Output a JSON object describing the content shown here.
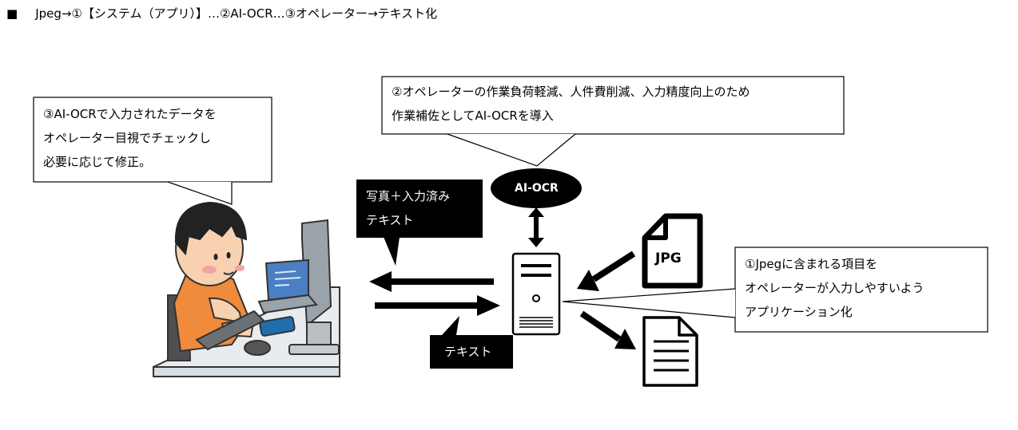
{
  "header": {
    "bullet": "■",
    "title": "Jpeg→①【システム（アプリ）】…②AI-OCR…③オペレーター→テキスト化"
  },
  "callouts": {
    "operator": [
      "③AI-OCRで入力されたデータを",
      "オペレーター目視でチェックし",
      "必要に応じて修正。"
    ],
    "ai_ocr": [
      "②オペレーターの作業負荷軽減、人件費削減、入力精度向上のため",
      "作業補佐としてAI-OCRを導入"
    ],
    "system": [
      "①Jpegに含まれる項目を",
      "オペレーターが入力しやすいよう",
      "アプリケーション化"
    ]
  },
  "labels": {
    "photo_text": [
      "写真＋入力済み",
      "テキスト"
    ],
    "text": "テキスト",
    "ocr": "AI-OCR",
    "jpg": "JPG"
  },
  "icons": {
    "person": "person-at-computer-icon",
    "server": "server-tower-icon",
    "jpg_file": "jpg-file-icon",
    "document": "document-icon"
  }
}
